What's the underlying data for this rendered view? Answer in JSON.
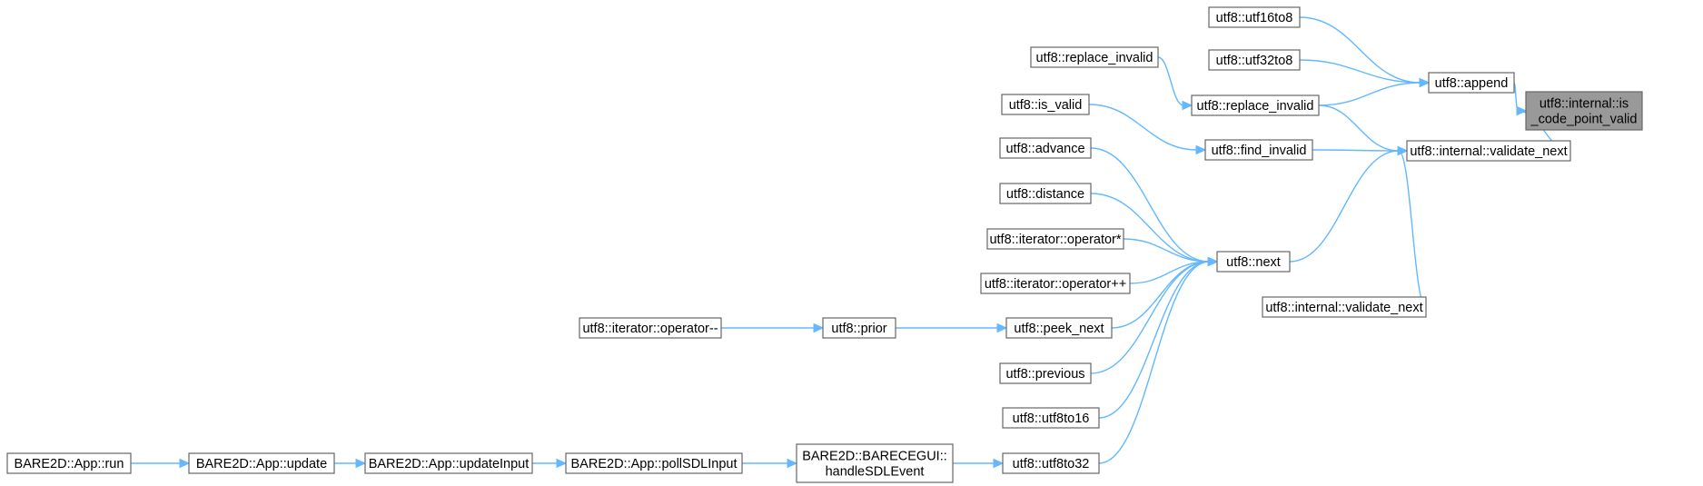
{
  "diagram": {
    "nodes": [
      {
        "id": "is_code_point_valid",
        "lines": [
          "utf8::internal::is",
          "_code_point_valid"
        ],
        "focus": true
      },
      {
        "id": "append",
        "lines": [
          "utf8::append"
        ]
      },
      {
        "id": "validate_next_main",
        "lines": [
          "utf8::internal::validate_next"
        ]
      },
      {
        "id": "validate_next_2",
        "lines": [
          "utf8::internal::validate_next"
        ]
      },
      {
        "id": "utf16to8",
        "lines": [
          "utf8::utf16to8"
        ]
      },
      {
        "id": "utf32to8",
        "lines": [
          "utf8::utf32to8"
        ]
      },
      {
        "id": "replace_invalid_top",
        "lines": [
          "utf8::replace_invalid"
        ]
      },
      {
        "id": "replace_invalid",
        "lines": [
          "utf8::replace_invalid"
        ]
      },
      {
        "id": "is_valid",
        "lines": [
          "utf8::is_valid"
        ]
      },
      {
        "id": "find_invalid",
        "lines": [
          "utf8::find_invalid"
        ]
      },
      {
        "id": "next",
        "lines": [
          "utf8::next"
        ]
      },
      {
        "id": "advance",
        "lines": [
          "utf8::advance"
        ]
      },
      {
        "id": "distance",
        "lines": [
          "utf8::distance"
        ]
      },
      {
        "id": "iter_deref",
        "lines": [
          "utf8::iterator::operator*"
        ]
      },
      {
        "id": "iter_inc",
        "lines": [
          "utf8::iterator::operator++"
        ]
      },
      {
        "id": "peek_next",
        "lines": [
          "utf8::peek_next"
        ]
      },
      {
        "id": "previous",
        "lines": [
          "utf8::previous"
        ]
      },
      {
        "id": "utf8to16",
        "lines": [
          "utf8::utf8to16"
        ]
      },
      {
        "id": "utf8to32",
        "lines": [
          "utf8::utf8to32"
        ]
      },
      {
        "id": "prior",
        "lines": [
          "utf8::prior"
        ]
      },
      {
        "id": "iter_dec",
        "lines": [
          "utf8::iterator::operator--"
        ]
      },
      {
        "id": "handleSDLEvent",
        "lines": [
          "BARE2D::BARECEGUI::",
          "handleSDLEvent"
        ]
      },
      {
        "id": "pollSDLInput",
        "lines": [
          "BARE2D::App::pollSDLInput"
        ]
      },
      {
        "id": "updateInput",
        "lines": [
          "BARE2D::App::updateInput"
        ]
      },
      {
        "id": "update",
        "lines": [
          "BARE2D::App::update"
        ]
      },
      {
        "id": "run",
        "lines": [
          "BARE2D::App::run"
        ]
      }
    ],
    "edges": [
      {
        "from": "append",
        "to": "is_code_point_valid"
      },
      {
        "from": "validate_next_main",
        "to": "is_code_point_valid"
      },
      {
        "from": "utf16to8",
        "to": "append"
      },
      {
        "from": "utf32to8",
        "to": "append"
      },
      {
        "from": "replace_invalid",
        "to": "append"
      },
      {
        "from": "replace_invalid_top",
        "to": "replace_invalid"
      },
      {
        "from": "replace_invalid",
        "to": "validate_next_main"
      },
      {
        "from": "find_invalid",
        "to": "validate_next_main"
      },
      {
        "from": "next",
        "to": "validate_next_main"
      },
      {
        "from": "validate_next_2",
        "to": "validate_next_main"
      },
      {
        "from": "is_valid",
        "to": "find_invalid"
      },
      {
        "from": "advance",
        "to": "next"
      },
      {
        "from": "distance",
        "to": "next"
      },
      {
        "from": "iter_deref",
        "to": "next"
      },
      {
        "from": "iter_inc",
        "to": "next"
      },
      {
        "from": "peek_next",
        "to": "next"
      },
      {
        "from": "previous",
        "to": "next"
      },
      {
        "from": "utf8to16",
        "to": "next"
      },
      {
        "from": "utf8to32",
        "to": "next"
      },
      {
        "from": "prior",
        "to": "peek_next"
      },
      {
        "from": "iter_dec",
        "to": "prior"
      },
      {
        "from": "handleSDLEvent",
        "to": "utf8to32"
      },
      {
        "from": "pollSDLInput",
        "to": "handleSDLEvent"
      },
      {
        "from": "updateInput",
        "to": "pollSDLInput"
      },
      {
        "from": "update",
        "to": "updateInput"
      },
      {
        "from": "run",
        "to": "update"
      }
    ]
  }
}
